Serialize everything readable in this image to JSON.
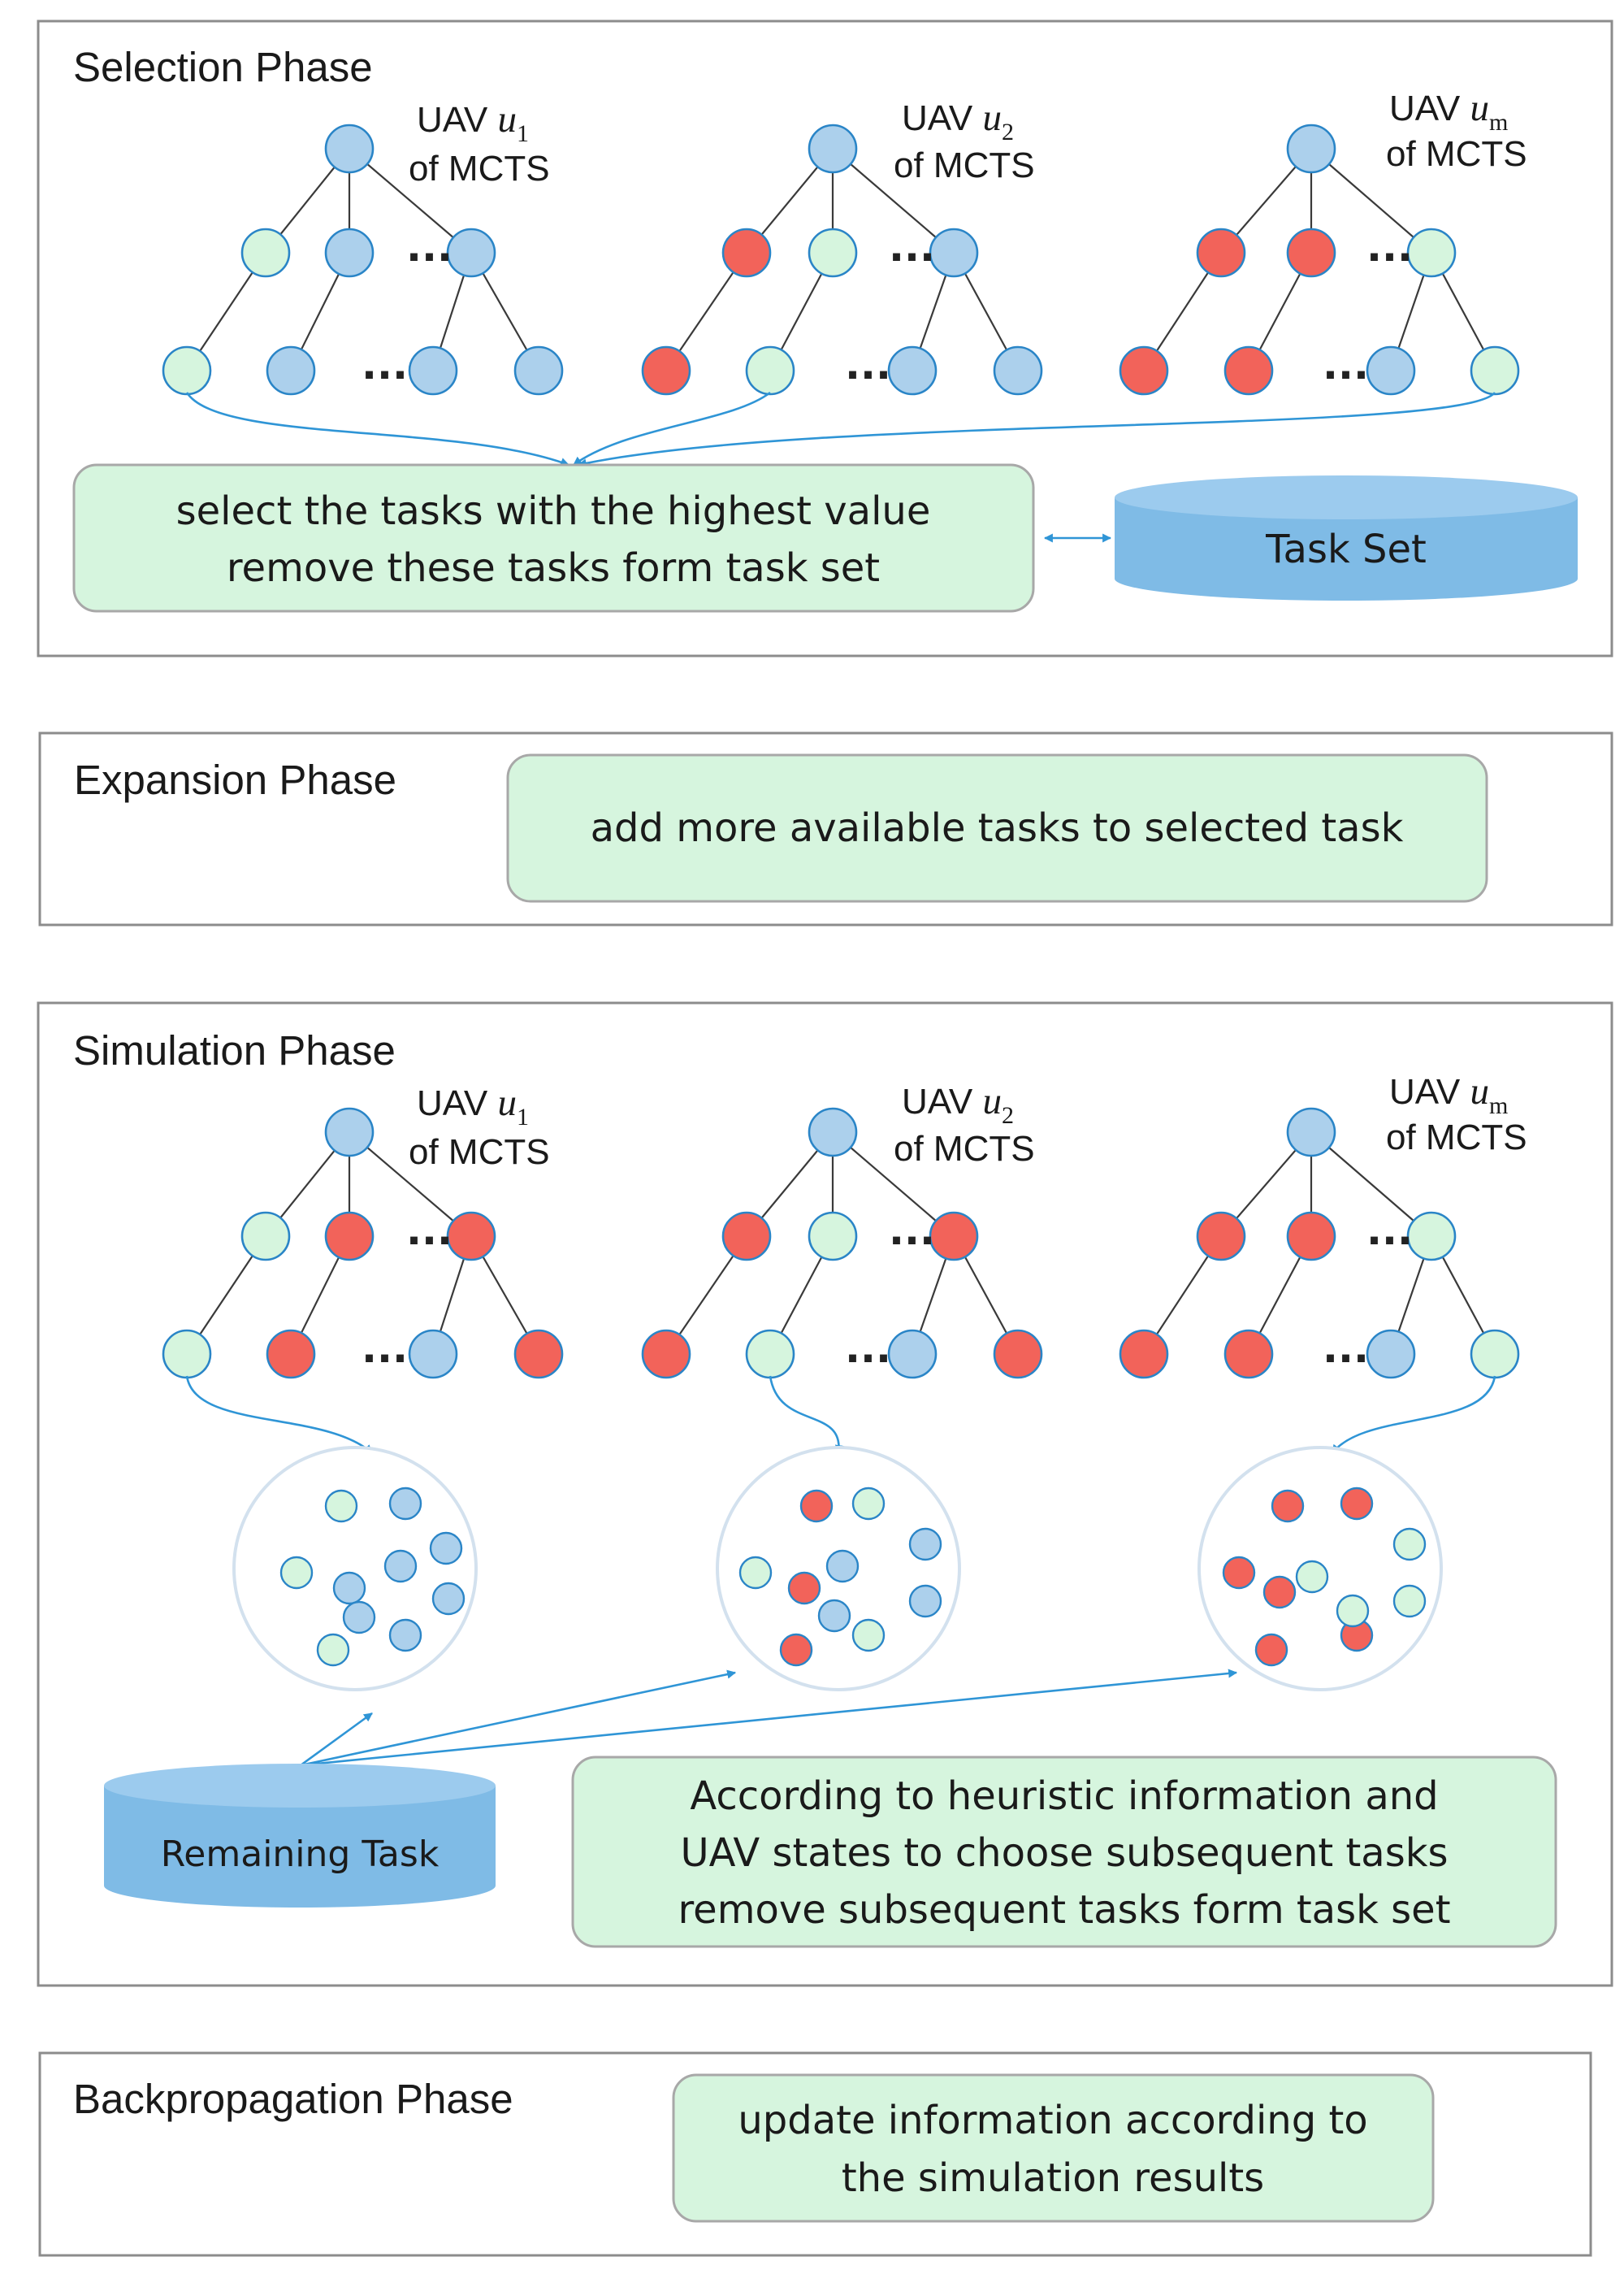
{
  "colors": {
    "red_node": "#f2635a",
    "green_node": "#d6f5de",
    "blue_node": "#acd0ec",
    "node_stroke": "#2a85c7",
    "cylinder": "#7fbbe6",
    "arrow": "#2f95d6"
  },
  "selection": {
    "title": "Selection Phase",
    "trees": [
      {
        "uav_prefix": "UAV ",
        "uav_symbol": "u",
        "uav_subscript": "1",
        "uav_suffix": "of MCTS",
        "root": "blue",
        "level1": [
          "green",
          "blue",
          "blue"
        ],
        "level2": [
          "green",
          "blue",
          "blue",
          "blue"
        ]
      },
      {
        "uav_prefix": "UAV ",
        "uav_symbol": "u",
        "uav_subscript": "2",
        "uav_suffix": "of MCTS",
        "root": "blue",
        "level1": [
          "red",
          "green",
          "blue"
        ],
        "level2": [
          "red",
          "green",
          "blue",
          "blue"
        ]
      },
      {
        "uav_prefix": "UAV ",
        "uav_symbol": "u",
        "uav_subscript": "m",
        "uav_suffix": "of MCTS",
        "root": "blue",
        "level1": [
          "red",
          "red",
          "green"
        ],
        "level2": [
          "red",
          "red",
          "blue",
          "green"
        ]
      }
    ],
    "ellipsis": "...",
    "note_lines": [
      "select the tasks with the highest value",
      "remove these tasks form task set"
    ],
    "db_label": "Task Set"
  },
  "expansion": {
    "title": "Expansion Phase",
    "note": "add more available tasks to selected task"
  },
  "simulation": {
    "title": "Simulation Phase",
    "trees": [
      {
        "uav_prefix": "UAV ",
        "uav_symbol": "u",
        "uav_subscript": "1",
        "uav_suffix": "of MCTS",
        "root": "blue",
        "level1": [
          "green",
          "red",
          "red"
        ],
        "level2": [
          "green",
          "red",
          "blue",
          "red"
        ]
      },
      {
        "uav_prefix": "UAV ",
        "uav_symbol": "u",
        "uav_subscript": "2",
        "uav_suffix": "of MCTS",
        "root": "blue",
        "level1": [
          "red",
          "green",
          "red"
        ],
        "level2": [
          "red",
          "green",
          "blue",
          "red"
        ]
      },
      {
        "uav_prefix": "UAV ",
        "uav_symbol": "u",
        "uav_subscript": "m",
        "uav_suffix": "of MCTS",
        "root": "blue",
        "level1": [
          "red",
          "red",
          "green"
        ],
        "level2": [
          "red",
          "red",
          "blue",
          "green"
        ]
      }
    ],
    "ellipsis": "...",
    "pools": [
      {
        "dots": [
          "green",
          "blue",
          "blue",
          "green",
          "blue",
          "blue",
          "blue",
          "green",
          "blue",
          "blue"
        ]
      },
      {
        "dots": [
          "red",
          "green",
          "blue",
          "green",
          "red",
          "blue",
          "blue",
          "red",
          "green",
          "blue"
        ]
      },
      {
        "dots": [
          "red",
          "red",
          "green",
          "red",
          "green",
          "red",
          "green",
          "red",
          "red",
          "green"
        ]
      }
    ],
    "db_label": "Remaining Task",
    "note_lines": [
      "According to heuristic information and",
      "UAV  states to choose subsequent tasks",
      "remove subsequent tasks form task set"
    ]
  },
  "backpropagation": {
    "title": "Backpropagation Phase",
    "note_lines": [
      "update information according to",
      "the simulation results"
    ]
  }
}
